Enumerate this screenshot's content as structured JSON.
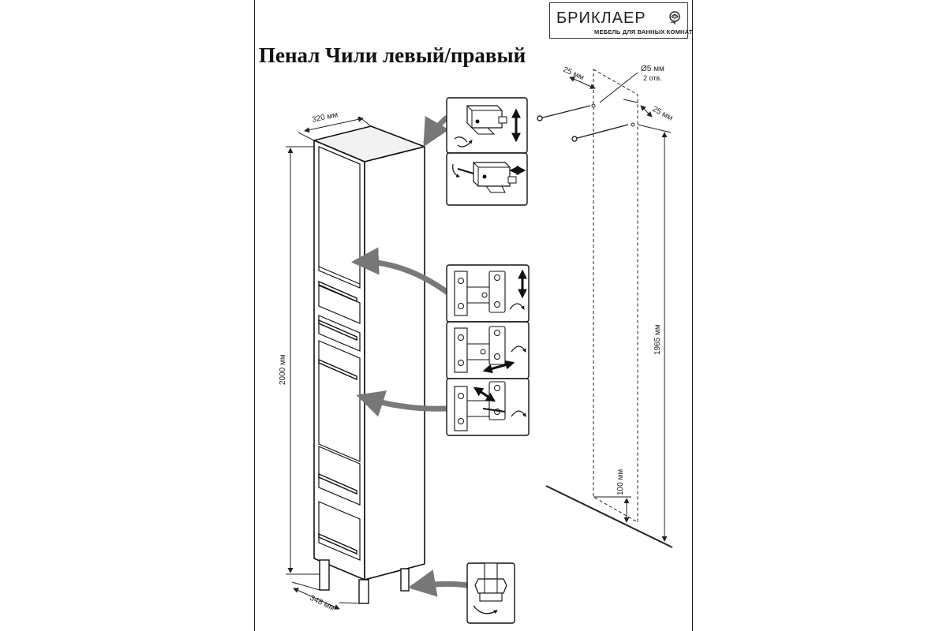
{
  "logo": {
    "brand": "БРИКЛАЕР",
    "tagline": "МЕБЕЛЬ ДЛЯ ВАННЫХ КОМНАТ",
    "icon": "rose-icon"
  },
  "title": "Пенал Чили левый/правый",
  "dimensions": {
    "width": "320 мм",
    "height": "2000 мм",
    "depth": "348 мм"
  },
  "wall_mount": {
    "offset_top": "25 мм",
    "offset_side": "25 мм",
    "hole_diameter": "Ø5 мм",
    "hole_count": "2 отв.",
    "mount_height": "1965 мм",
    "floor_gap": "100 мм"
  },
  "details": [
    {
      "name": "hanger-adjustment",
      "icon": "hanger-bracket-icon"
    },
    {
      "name": "hinge-vertical-adjust",
      "icon": "hinge-icon"
    },
    {
      "name": "hinge-depth-adjust",
      "icon": "hinge-icon"
    },
    {
      "name": "hinge-side-adjust",
      "icon": "hinge-icon"
    },
    {
      "name": "leg-adjustment",
      "icon": "adjustable-leg-icon"
    }
  ]
}
